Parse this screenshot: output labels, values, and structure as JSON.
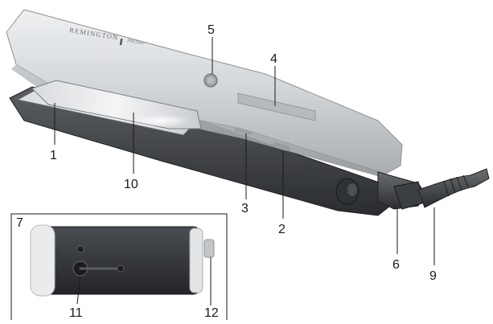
{
  "diagram": {
    "brand": {
      "name": "REMINGTON",
      "model": "PROluxe"
    },
    "callouts": [
      {
        "id": "1",
        "label": "1"
      },
      {
        "id": "2",
        "label": "2"
      },
      {
        "id": "3",
        "label": "3"
      },
      {
        "id": "4",
        "label": "4"
      },
      {
        "id": "5",
        "label": "5"
      },
      {
        "id": "6",
        "label": "6"
      },
      {
        "id": "7",
        "label": "7"
      },
      {
        "id": "9",
        "label": "9"
      },
      {
        "id": "10",
        "label": "10"
      },
      {
        "id": "11",
        "label": "11"
      },
      {
        "id": "12",
        "label": "12"
      }
    ]
  }
}
